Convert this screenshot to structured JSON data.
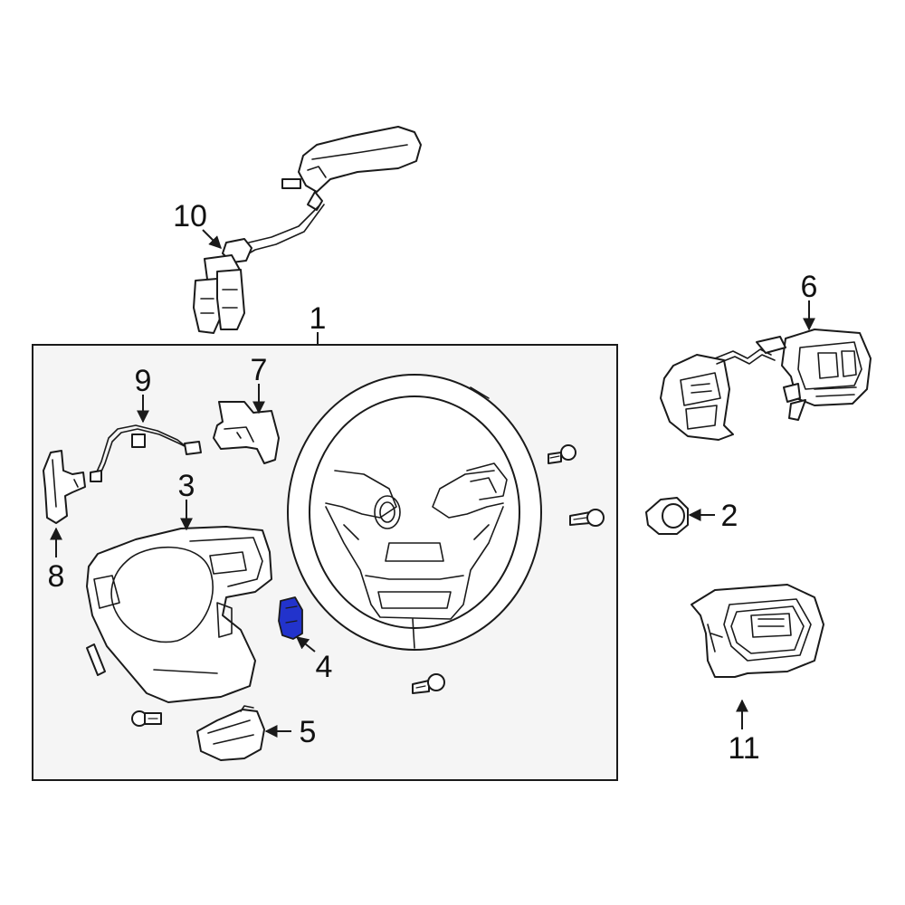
{
  "diagram": {
    "callouts": {
      "c1": "1",
      "c2": "2",
      "c3": "3",
      "c4": "4",
      "c5": "5",
      "c6": "6",
      "c7": "7",
      "c8": "8",
      "c9": "9",
      "c10": "10",
      "c11": "11"
    },
    "colors": {
      "highlight": "#2233cc",
      "line": "#1a1a1a",
      "frame_fill": "#f5f5f5"
    }
  }
}
